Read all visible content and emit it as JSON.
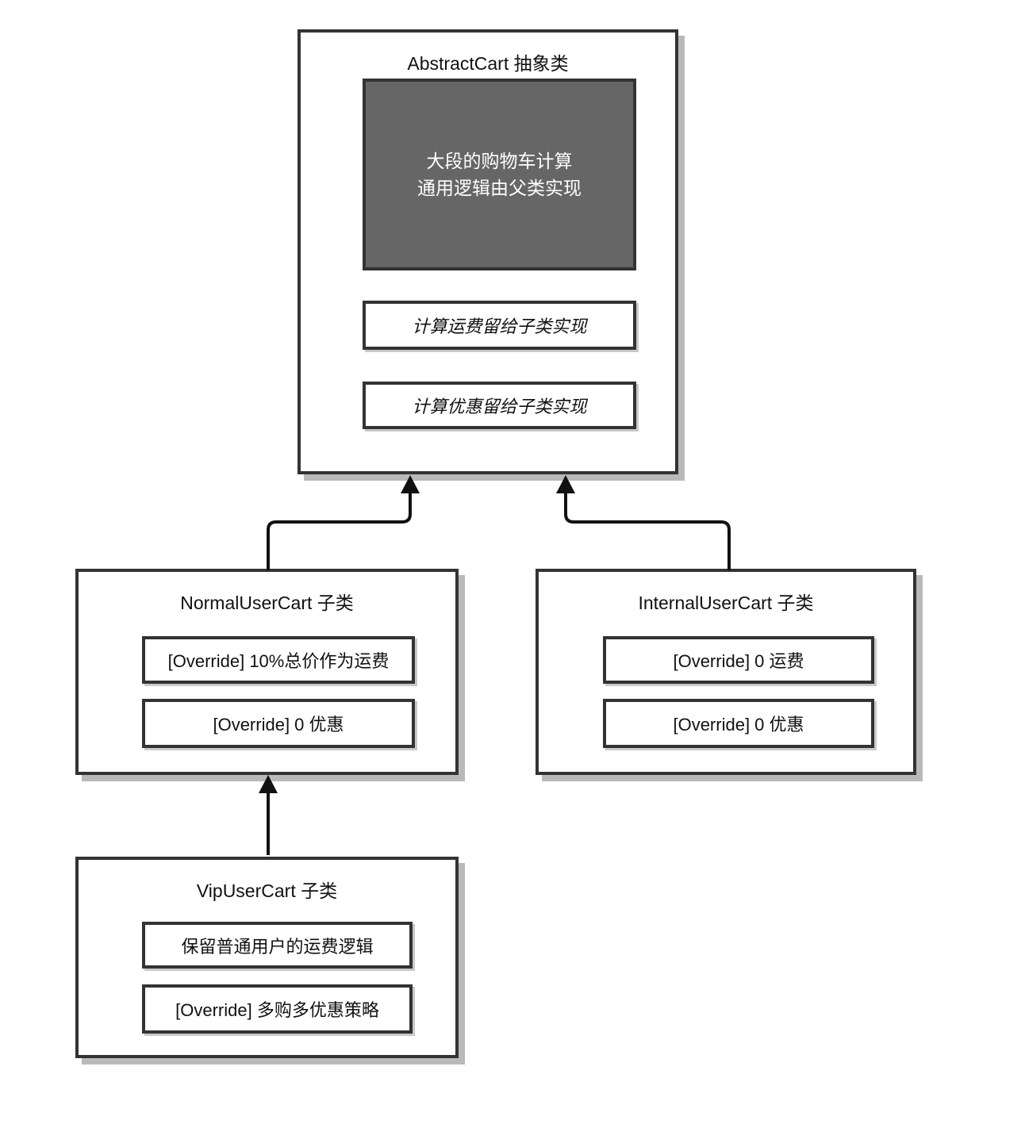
{
  "diagram": {
    "type": "class-inheritance-diagram",
    "colors": {
      "background": "#ffffff",
      "box_border": "#333333",
      "box_shadow": "#b9b9b9",
      "dark_fill": "#666666",
      "dark_text": "#ffffff",
      "arrow": "#111111",
      "text": "#111111"
    },
    "nodes": {
      "abstract_cart": {
        "title": "AbstractCart 抽象类",
        "note_lines": [
          "大段的购物车计算",
          "通用逻辑由父类实现"
        ],
        "methods": [
          "计算运费留给子类实现",
          "计算优惠留给子类实现"
        ]
      },
      "normal_user_cart": {
        "title": "NormalUserCart 子类",
        "methods": [
          "[Override] 10%总价作为运费",
          "[Override] 0 优惠"
        ]
      },
      "internal_user_cart": {
        "title": "InternalUserCart 子类",
        "methods": [
          "[Override] 0 运费",
          "[Override] 0 优惠"
        ]
      },
      "vip_user_cart": {
        "title": "VipUserCart 子类",
        "methods": [
          "保留普通用户的运费逻辑",
          "[Override] 多购多优惠策略"
        ]
      }
    },
    "edges": [
      {
        "from": "NormalUserCart",
        "to": "AbstractCart",
        "type": "inheritance"
      },
      {
        "from": "InternalUserCart",
        "to": "AbstractCart",
        "type": "inheritance"
      },
      {
        "from": "VipUserCart",
        "to": "NormalUserCart",
        "type": "inheritance"
      }
    ]
  }
}
